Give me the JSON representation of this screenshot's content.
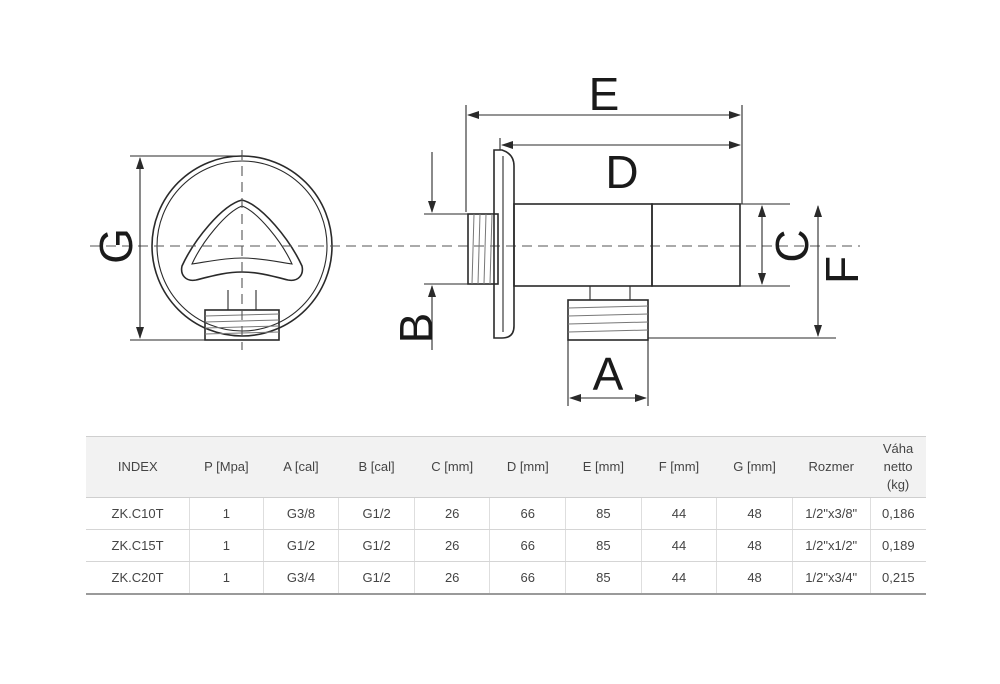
{
  "drawing": {
    "labels": {
      "e": "E",
      "d": "D",
      "g": "G",
      "b": "B",
      "c": "C",
      "f": "F",
      "a": "A"
    }
  },
  "table": {
    "headers": [
      "INDEX",
      "P [Mpa]",
      "A [cal]",
      "B [cal]",
      "C [mm]",
      "D [mm]",
      "E [mm]",
      "F [mm]",
      "G [mm]",
      "Rozmer",
      "Váha netto (kg)"
    ],
    "rows": [
      [
        "ZK.C10T",
        "1",
        "G3/8",
        "G1/2",
        "26",
        "66",
        "85",
        "44",
        "48",
        "1/2\"x3/8\"",
        "0,186"
      ],
      [
        "ZK.C15T",
        "1",
        "G1/2",
        "G1/2",
        "26",
        "66",
        "85",
        "44",
        "48",
        "1/2\"x1/2\"",
        "0,189"
      ],
      [
        "ZK.C20T",
        "1",
        "G3/4",
        "G1/2",
        "26",
        "66",
        "85",
        "44",
        "48",
        "1/2\"x3/4\"",
        "0,215"
      ]
    ]
  }
}
